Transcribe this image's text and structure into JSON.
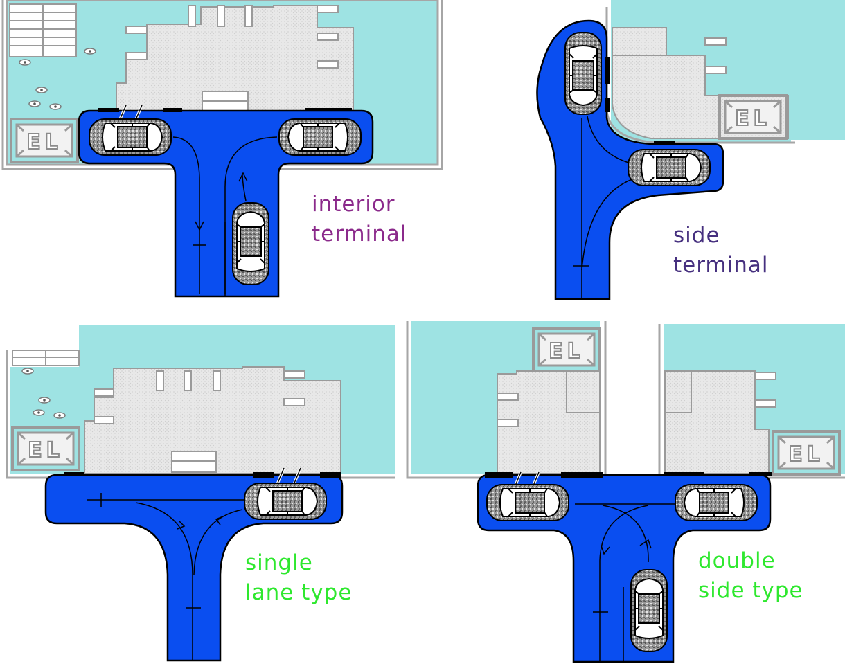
{
  "colors": {
    "building": "#9ee3e3",
    "lobby": "#e6e6e6",
    "road": "#0a4ef0",
    "road_outline": "#000000",
    "wall": "#a6a6a6",
    "label_interior": "#8b2a8b",
    "label_side": "#46307f",
    "label_single": "#2ee82e",
    "label_double": "#2ee82e"
  },
  "panels": [
    {
      "id": "interior-terminal",
      "label": [
        "interior",
        "terminal"
      ],
      "color_key": "label_interior"
    },
    {
      "id": "side-terminal",
      "label": [
        "side",
        "terminal"
      ],
      "color_key": "label_side"
    },
    {
      "id": "single-lane-type",
      "label": [
        "single",
        "lane type"
      ],
      "color_key": "label_single"
    },
    {
      "id": "double-side-type",
      "label": [
        "double",
        "side type"
      ],
      "color_key": "label_double"
    }
  ],
  "elevator_label": "EL",
  "icons": [
    "car-icon",
    "elevator-icon",
    "stairs-icon",
    "seat-icon",
    "door-icon",
    "direction-arrow-icon"
  ]
}
